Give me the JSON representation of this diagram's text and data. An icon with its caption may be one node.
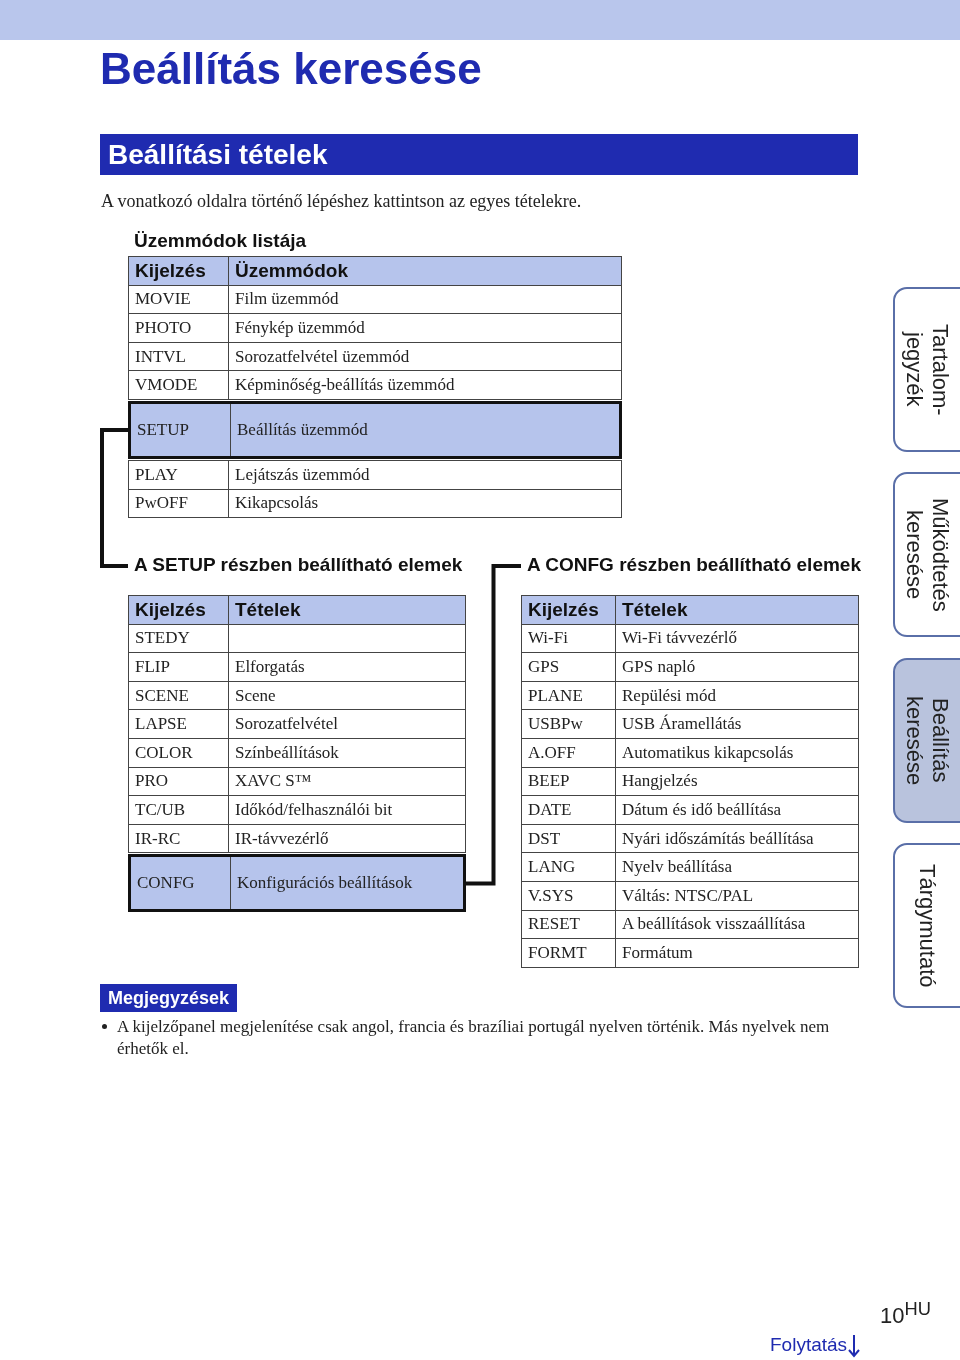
{
  "diagram": {
    "title": "Beállítás keresése",
    "nodes": [
      {
        "text": [
          "Üzemmódok listája"
        ]
      },
      {
        "text": [
          "Kijelzés",
          "Üzemmódok"
        ],
        "in": 0
      },
      {
        "text": [
          "MOVIE",
          "Film üzemmód"
        ],
        "in": 0
      },
      {
        "text": [
          "PHOTO",
          "Fénykép üzemmód"
        ],
        "in": 0
      },
      {
        "text": [
          "INTVL",
          "Sorozatfelvétel üzemmód"
        ],
        "in": 0
      },
      {
        "text": [
          "VMODE",
          "Képminőség-beállítás üzemmód"
        ],
        "in": 0
      },
      {
        "text": [
          "SETUP",
          "Beállítás üzemmód"
        ],
        "in": 0
      },
      {
        "text": [
          "PLAY",
          "Lejátszás üzemmód"
        ],
        "in": 0
      },
      {
        "text": [
          "PwOFF",
          "Kikapcsolás"
        ],
        "in": 0
      },
      {
        "text": [
          "A SETUP részben beállítható elemek"
        ]
      },
      {
        "text": [
          "Kijelzés",
          "Tételek"
        ],
        "in": 9
      },
      {
        "text": [
          "STEDY"
        ],
        "in": 9
      },
      {
        "text": [
          "FLIP",
          "Elforgatás"
        ],
        "in": 9
      },
      {
        "text": [
          "SCENE",
          "Scene"
        ],
        "in": 9
      },
      {
        "text": [
          "LAPSE",
          "Sorozatfelvétel"
        ],
        "in": 9
      },
      {
        "text": [
          "COLOR",
          "Színbeállítások"
        ],
        "in": 9
      },
      {
        "text": [
          "PRO",
          "XAVC S™"
        ],
        "in": 9
      },
      {
        "text": [
          "TC/UB",
          "Időkód/felhasználói bit"
        ],
        "in": 9
      },
      {
        "text": [
          "IR-RC",
          "IR-távvezérlő"
        ],
        "in": 9
      },
      {
        "text": [
          "CONFG",
          "Konfigurációs beállítások"
        ],
        "in": 9
      },
      {
        "text": [
          "A CONFG részben beállítható elemek"
        ]
      },
      {
        "text": [
          "Kijelzés",
          "Tételek"
        ],
        "in": 20
      },
      {
        "text": [
          "Wi-Fi",
          "Wi-Fi távvezérlő"
        ],
        "in": 20
      },
      {
        "text": [
          "GPS",
          "GPS napló"
        ],
        "in": 20
      },
      {
        "text": [
          "PLANE",
          "Repülési mód"
        ],
        "in": 20
      },
      {
        "text": [
          "USBPw",
          "USB Áramellátás"
        ],
        "in": 20
      },
      {
        "text": [
          "A.OFF",
          "Automatikus kikapcsolás"
        ],
        "in": 20
      },
      {
        "text": [
          "BEEP",
          "Hangjelzés"
        ],
        "in": 20
      },
      {
        "text": [
          "DATE",
          "Dátum és idő beállítása"
        ],
        "in": 20
      },
      {
        "text": [
          "DST",
          "Nyári időszámítás beállítása"
        ],
        "in": 20
      },
      {
        "text": [
          "LANG",
          "Nyelv beállítása"
        ],
        "in": 20
      },
      {
        "text": [
          "V.SYS",
          "Váltás: NTSC/PAL"
        ],
        "in": 20
      },
      {
        "text": [
          "RESET",
          "A beállítások visszaállítása"
        ],
        "in": 20
      },
      {
        "text": [
          "FORMT",
          "Formátum"
        ],
        "in": 20
      },
      {
        "text": [
          "Tartalom-jegyzék"
        ]
      },
      {
        "text": [
          "Működtetés keresése"
        ]
      },
      {
        "text": [
          "Beállítás keresése"
        ]
      },
      {
        "text": [
          "Tárgymutató"
        ]
      }
    ],
    "edges": [
      {
        "from": 6,
        "to": 9,
        "arrow": "none"
      },
      {
        "from": 19,
        "to": 20,
        "arrow": "none"
      }
    ],
    "labels": [
      "Beállítási tételek",
      "A vonatkozó oldalra történő lépéshez kattintson az egyes tételekre.",
      "Megjegyzések",
      "A kijelzőpanel megjelenítése csak angol, francia és brazíliai portugál nyelven történik. Más nyelvek nem érhetők el.",
      "10$^{HU}$",
      "Folytatás"
    ]
  }
}
